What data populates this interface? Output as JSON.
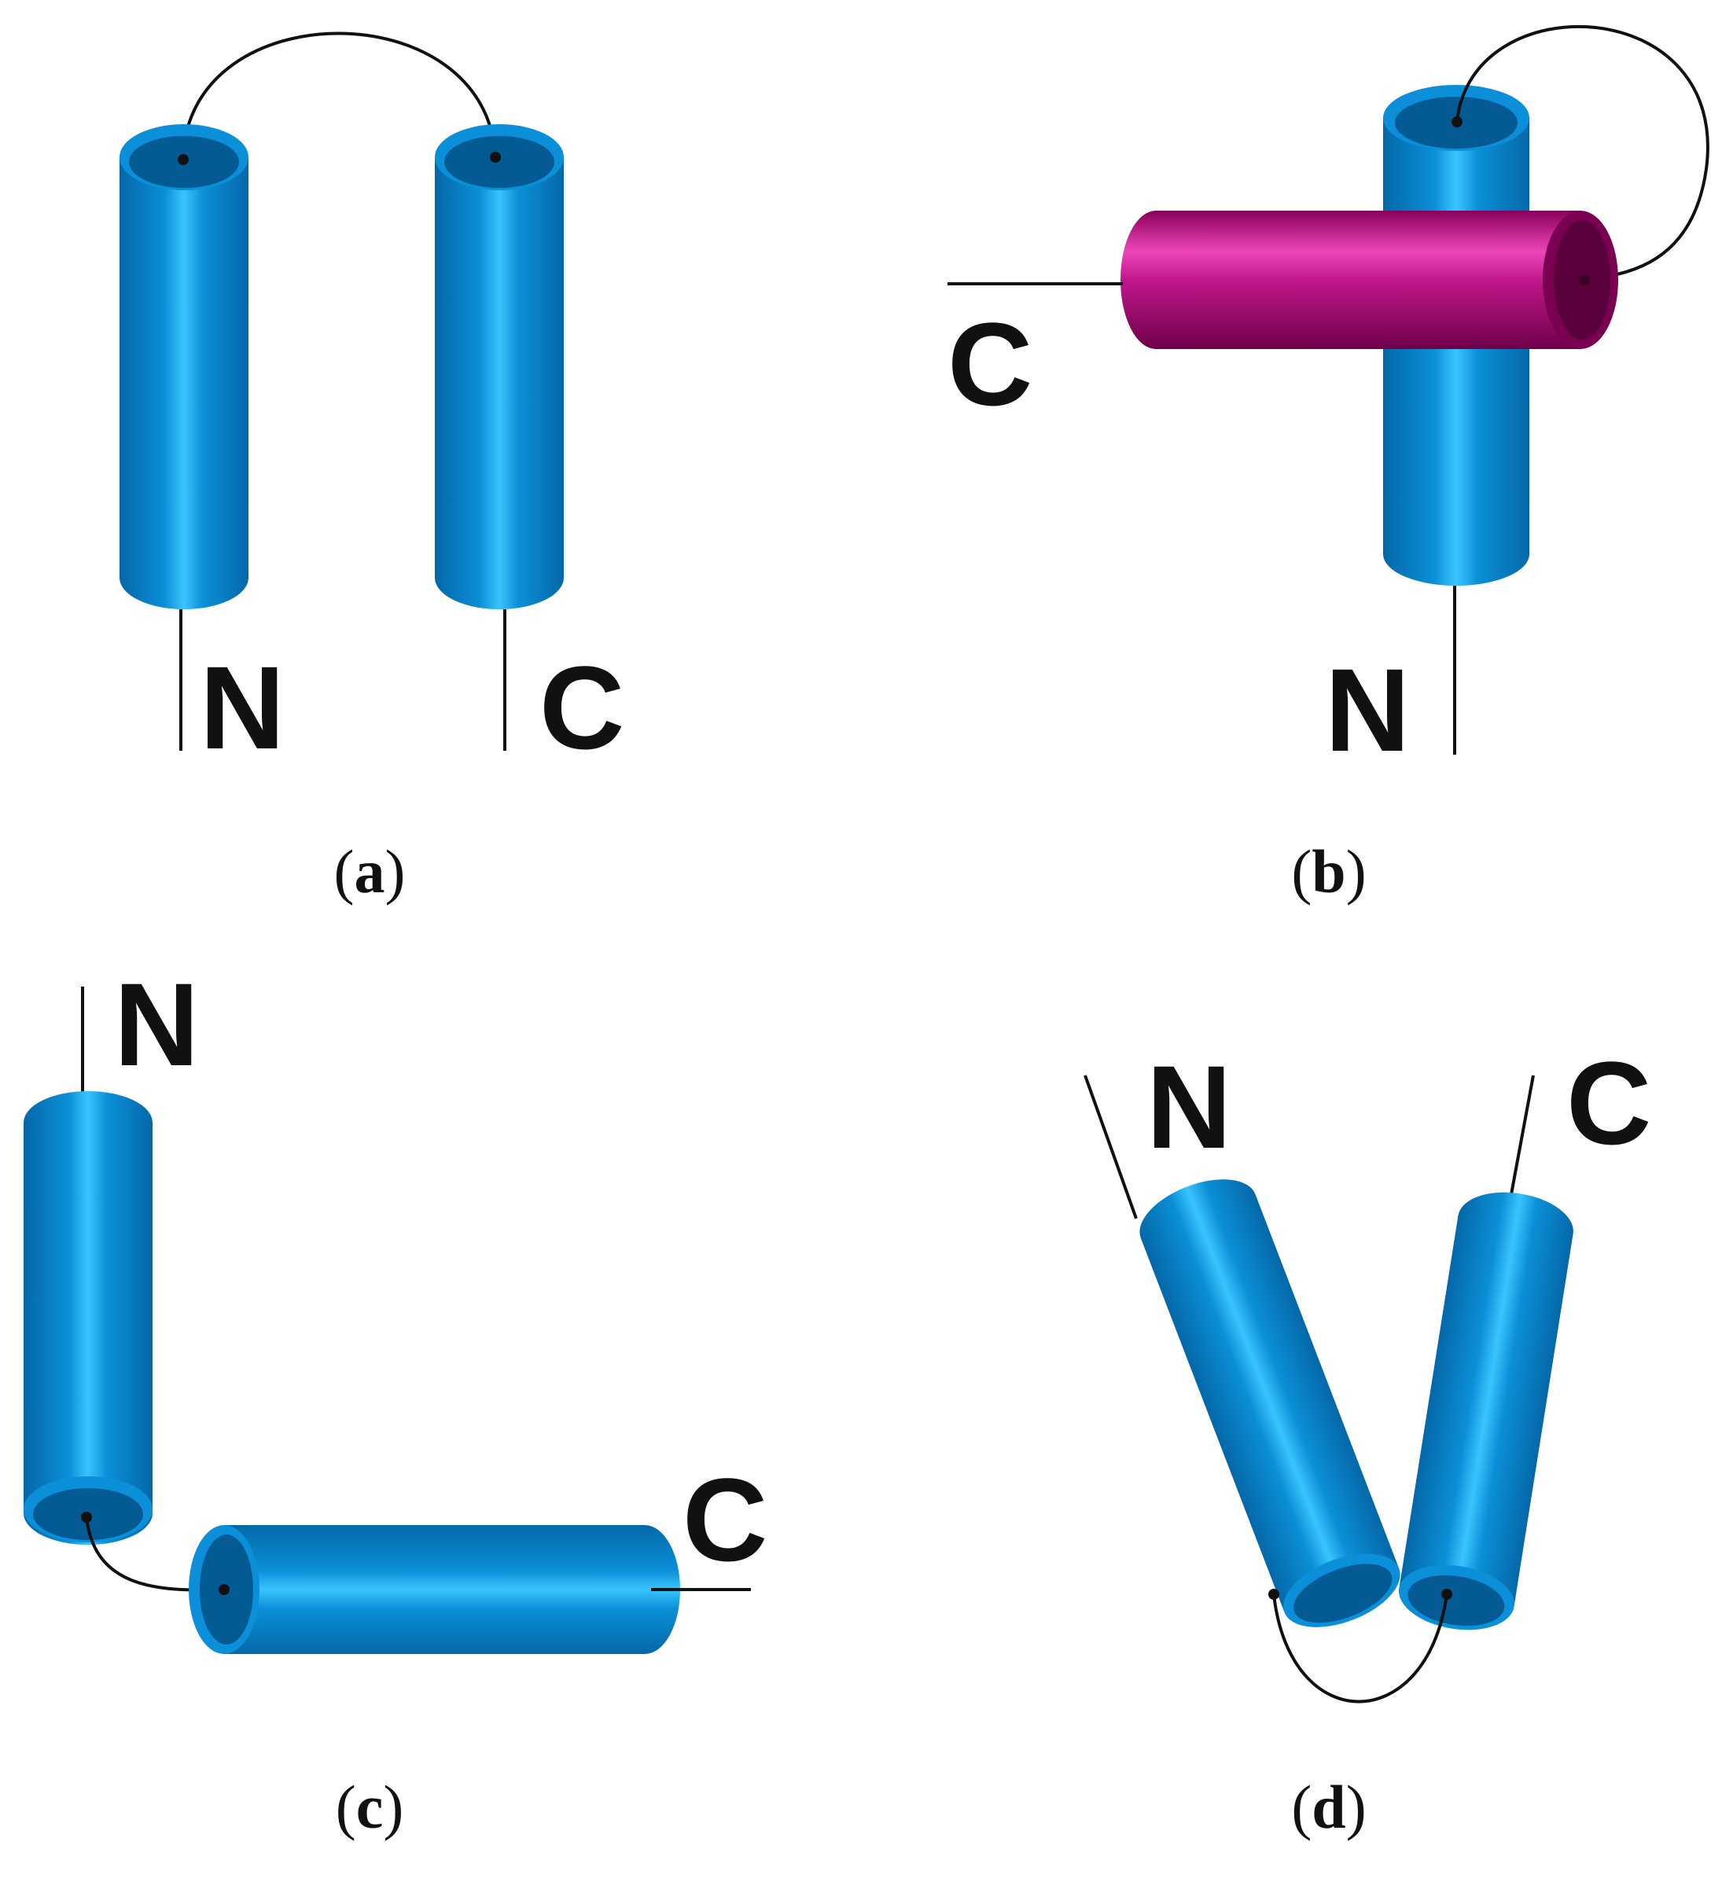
{
  "colors": {
    "helix_blue": "#0e8fd6",
    "helix_blue_light": "#39c4ff",
    "helix_blue_dark": "#0468a8",
    "helix_magenta": "#a5066f",
    "helix_magenta_light": "#ee46b8",
    "helix_magenta_dark": "#6e0049",
    "line": "#111111"
  },
  "panels": {
    "a": {
      "caption": {
        "open": "(",
        "letter": "a",
        "close": ")"
      },
      "labels": {
        "n": "N",
        "c": "C"
      }
    },
    "b": {
      "caption": {
        "open": "(",
        "letter": "b",
        "close": ")"
      },
      "labels": {
        "n": "N",
        "c": "C"
      }
    },
    "c": {
      "caption": {
        "open": "(",
        "letter": "c",
        "close": ")"
      },
      "labels": {
        "n": "N",
        "c": "C"
      }
    },
    "d": {
      "caption": {
        "open": "(",
        "letter": "d",
        "close": ")"
      },
      "labels": {
        "n": "N",
        "c": "C"
      }
    }
  }
}
